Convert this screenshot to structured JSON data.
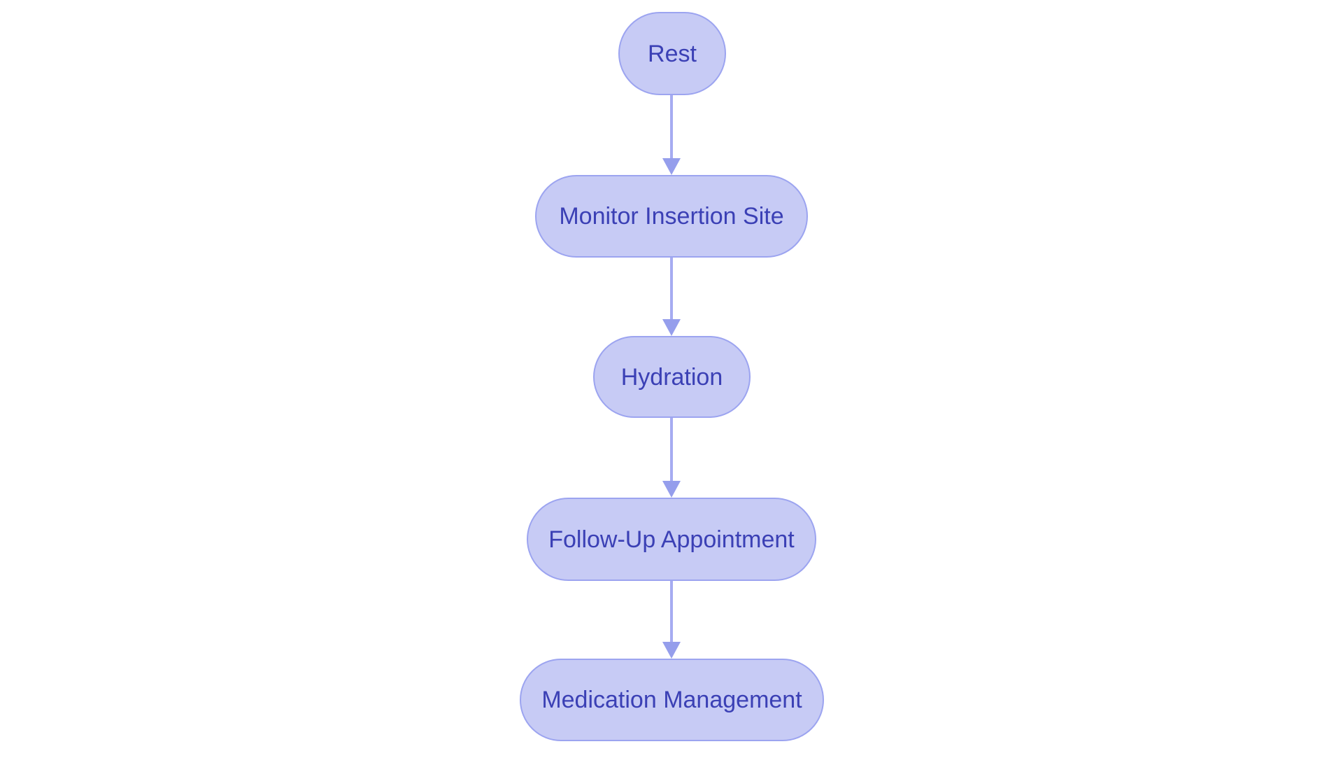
{
  "diagram": {
    "type": "flowchart",
    "direction": "top-down",
    "colors": {
      "background": "#ffffff",
      "node_fill": "#c7cbf5",
      "node_border": "#9ca4f0",
      "node_text": "#3b40b5",
      "arrow_stem": "#a6acf1",
      "arrow_head": "#959eec"
    },
    "nodes": [
      {
        "id": "rest",
        "label": "Rest",
        "shape": "stadium"
      },
      {
        "id": "monitor-insertion-site",
        "label": "Monitor Insertion Site",
        "shape": "stadium"
      },
      {
        "id": "hydration",
        "label": "Hydration",
        "shape": "stadium"
      },
      {
        "id": "follow-up-appointment",
        "label": "Follow-Up Appointment",
        "shape": "stadium"
      },
      {
        "id": "medication-management",
        "label": "Medication Management",
        "shape": "stadium"
      }
    ],
    "edges": [
      {
        "from": "rest",
        "to": "monitor-insertion-site"
      },
      {
        "from": "monitor-insertion-site",
        "to": "hydration"
      },
      {
        "from": "hydration",
        "to": "follow-up-appointment"
      },
      {
        "from": "follow-up-appointment",
        "to": "medication-management"
      }
    ]
  }
}
